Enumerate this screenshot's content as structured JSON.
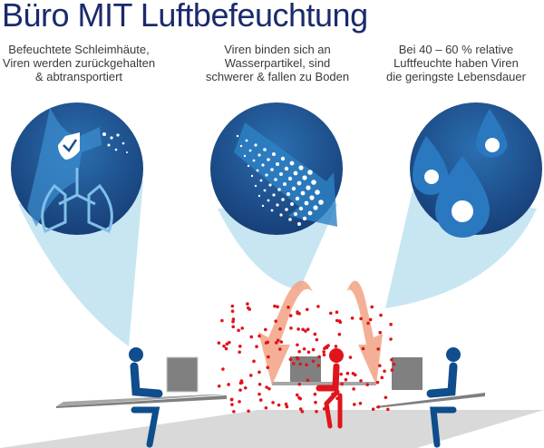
{
  "title": "Büro MIT Luftbefeuchtung",
  "panels": [
    {
      "lines": [
        "Befeuchtete Schleimhäute,",
        "Viren werden zurückgehalten",
        "& abtransportiert"
      ],
      "icon": "lungs-shield-icon"
    },
    {
      "lines": [
        "Viren binden sich an",
        "Wasserpartikel, sind",
        "schwerer & fallen zu Boden"
      ],
      "icon": "water-particles-icon"
    },
    {
      "lines": [
        "Bei 40 – 60 % relative",
        "Luftfeuchte haben Viren",
        "die geringste Lebensdauer"
      ],
      "icon": "droplet-virus-icon"
    }
  ],
  "colors": {
    "title": "#1b2a6b",
    "circle": "#1d4f8c",
    "cone": "#c8e6f2",
    "person": "#0f4d8c",
    "sick": "#e0141b",
    "arrow": "#f2a284",
    "floor": "#d9d9d9"
  }
}
